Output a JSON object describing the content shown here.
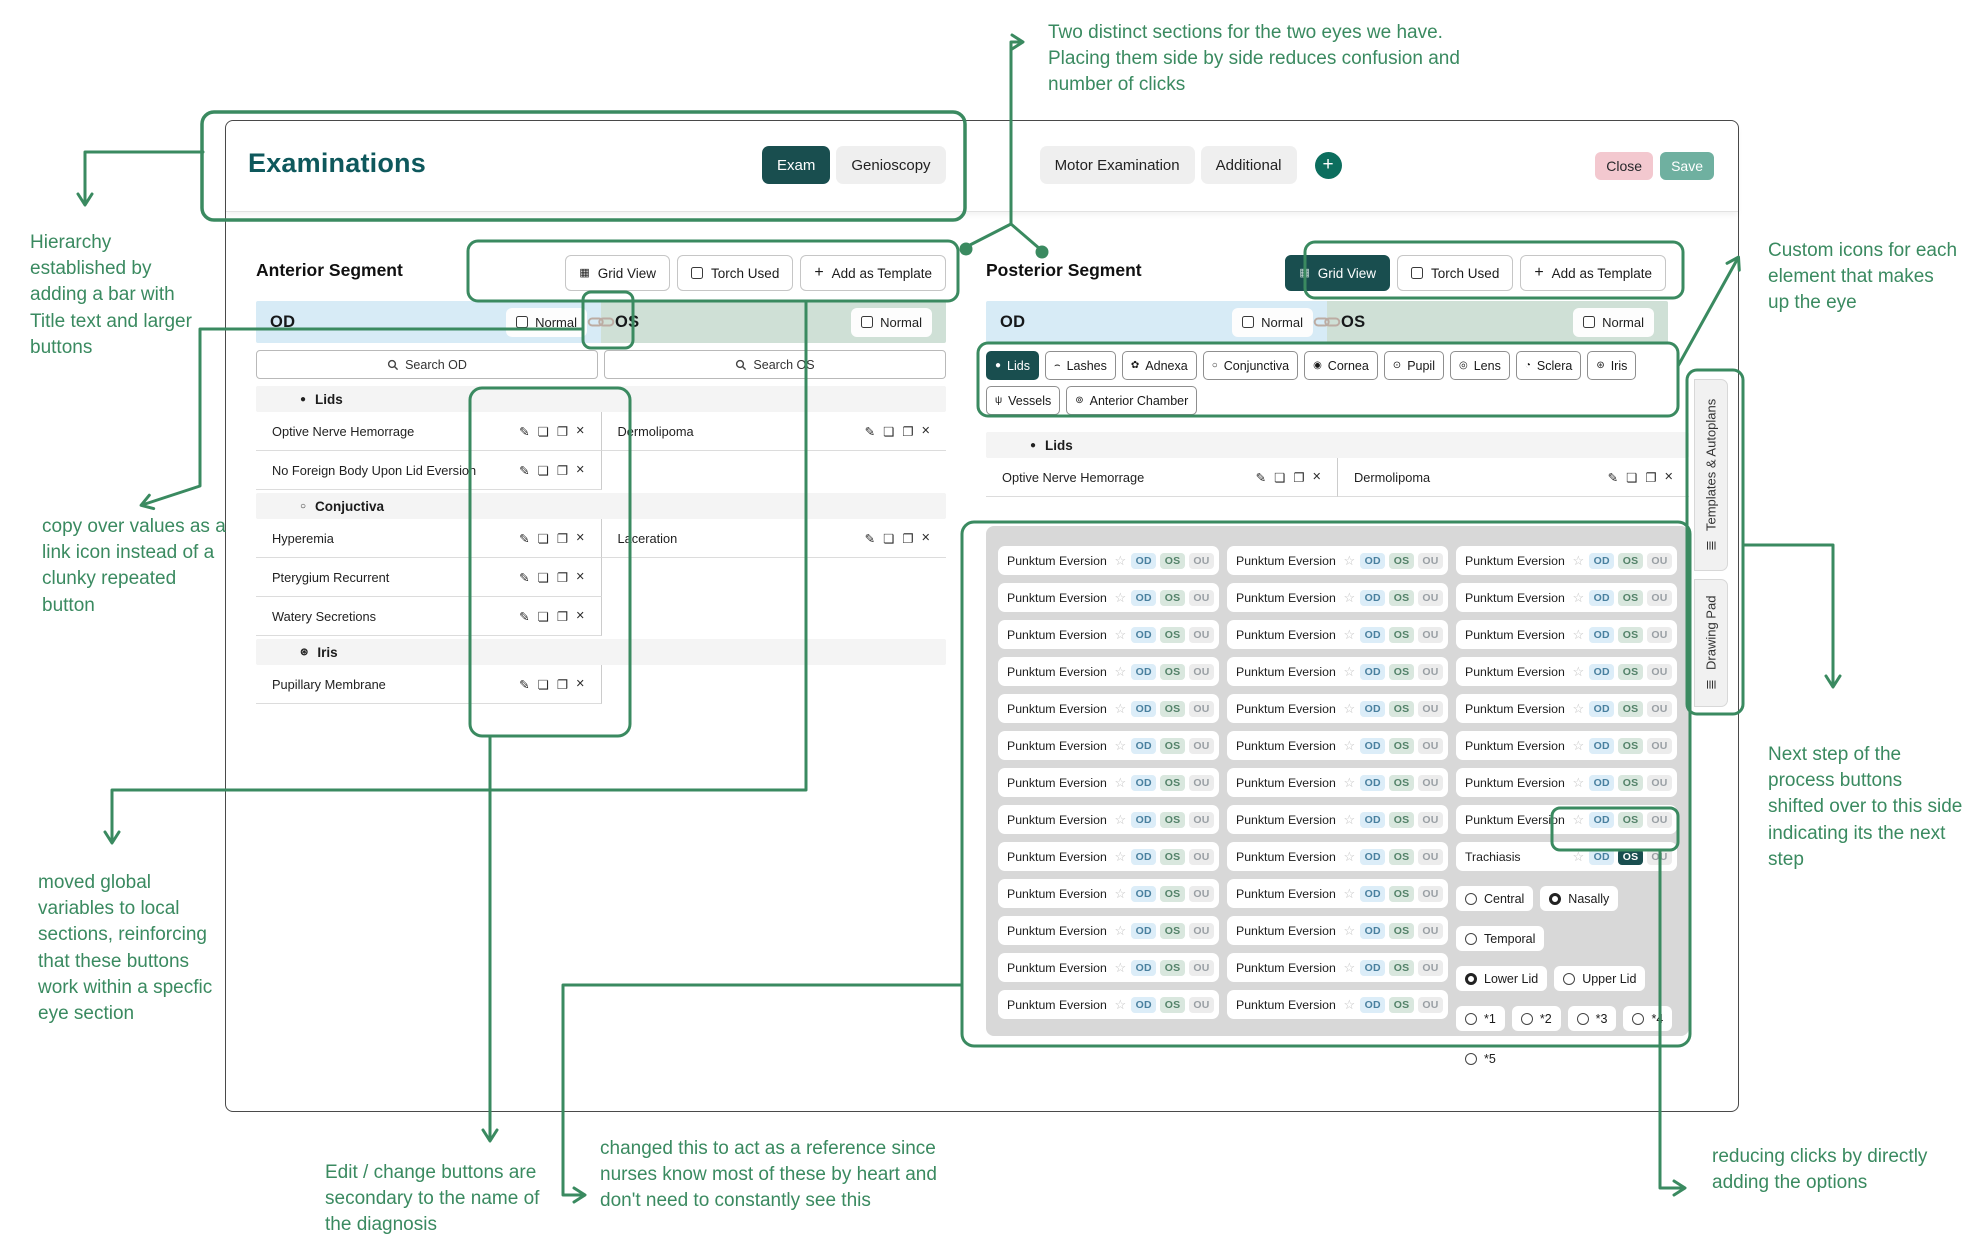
{
  "ui": {
    "header": {
      "title": "Examinations",
      "tabs": [
        "Exam",
        "Genioscopy",
        "Motor Examination",
        "Additional"
      ],
      "active_tab": "Exam",
      "add_tab_label": "+",
      "close_label": "Close",
      "save_label": "Save"
    },
    "shared": {
      "od_label": "OD",
      "os_label": "OS",
      "normal_label": "Normal",
      "actions": {
        "grid_view": "Grid View",
        "torch_used": "Torch Used",
        "add_template": "Add as Template"
      }
    },
    "anterior": {
      "title": "Anterior Segment",
      "search_od": "Search OD",
      "search_os": "Search OS",
      "groups": [
        {
          "name": "Lids",
          "icon": "lids-icon",
          "glyph": "●",
          "rows": [
            {
              "od": "Optive Nerve Hemorrage",
              "os": "Dermolipoma"
            },
            {
              "od": "No Foreign Body Upon Lid Eversion",
              "os": ""
            }
          ]
        },
        {
          "name": "Conjuctiva",
          "icon": "conjunctiva-icon",
          "glyph": "○",
          "rows": [
            {
              "od": "Hyperemia",
              "os": "Laceration"
            },
            {
              "od": "Pterygium Recurrent",
              "os": ""
            },
            {
              "od": "Watery Secretions",
              "os": ""
            }
          ]
        },
        {
          "name": "Iris",
          "icon": "iris-icon",
          "glyph": "⊛",
          "rows": [
            {
              "od": "Pupillary Membrane",
              "os": ""
            }
          ]
        }
      ]
    },
    "posterior": {
      "title": "Posterior Segment",
      "chips": [
        {
          "label": "Lids",
          "icon": "lids-icon",
          "glyph": "●",
          "active": true
        },
        {
          "label": "Lashes",
          "icon": "lashes-icon",
          "glyph": "⌢",
          "active": false
        },
        {
          "label": "Adnexa",
          "icon": "adnexa-icon",
          "glyph": "✿",
          "active": false
        },
        {
          "label": "Conjunctiva",
          "icon": "conjunctiva-icon",
          "glyph": "○",
          "active": false
        },
        {
          "label": "Cornea",
          "icon": "cornea-icon",
          "glyph": "◉",
          "active": false
        },
        {
          "label": "Pupil",
          "icon": "pupil-icon",
          "glyph": "⊙",
          "active": false
        },
        {
          "label": "Lens",
          "icon": "lens-icon",
          "glyph": "◎",
          "active": false
        },
        {
          "label": "Sclera",
          "icon": "sclera-icon",
          "glyph": "◔",
          "active": false
        },
        {
          "label": "Iris",
          "icon": "iris-icon",
          "glyph": "⊛",
          "active": false
        },
        {
          "label": "Vessels",
          "icon": "vessels-icon",
          "glyph": "ψ",
          "active": false
        },
        {
          "label": "Anterior Chamber",
          "icon": "anterior-chamber-icon",
          "glyph": "⊚",
          "active": false
        }
      ],
      "groups": [
        {
          "name": "Lids",
          "icon": "lids-icon",
          "glyph": "●",
          "rows": [
            {
              "od": "Optive Nerve Hemorrage",
              "os": "Dermolipoma"
            }
          ]
        }
      ],
      "grid": {
        "item_label": "Punktum Eversion",
        "tags": [
          "OD",
          "OS",
          "OU"
        ],
        "column_counts": [
          13,
          13,
          8
        ],
        "special_card": {
          "label": "Trachiasis",
          "selected_tag": "OS"
        },
        "option_rows": [
          [
            {
              "label": "Central",
              "selected": false
            },
            {
              "label": "Nasally",
              "selected": true
            }
          ],
          [
            {
              "label": "Temporal",
              "selected": false
            }
          ],
          [
            {
              "label": "Lower Lid",
              "selected": true
            },
            {
              "label": "Upper Lid",
              "selected": false
            }
          ],
          [
            {
              "label": "*1",
              "selected": false
            },
            {
              "label": "*2",
              "selected": false
            },
            {
              "label": "*3",
              "selected": false
            },
            {
              "label": "*4",
              "selected": false
            }
          ],
          [
            {
              "label": "*5",
              "selected": false
            }
          ]
        ]
      }
    },
    "sidebar_tabs": [
      {
        "label": "Templates & Autoplans",
        "icon": "list-icon"
      },
      {
        "label": "Drawing Pad",
        "icon": "list-icon"
      }
    ],
    "colors": {
      "accent_teal": "#194e4f",
      "od_blue": "#d7ebf6",
      "os_green": "#cfe0d6",
      "close_pink": "#f3c8cf",
      "save_green": "#6fb0a0"
    }
  },
  "annotations": {
    "color": "#3a8a60",
    "top_note": "Two distinct sections for the two eyes we have. Placing them side by side reduces confusion and number of clicks",
    "hierarchy_note": "Hierarchy established by adding a bar with Title text and larger buttons",
    "copy_link_note": "copy over values as a link icon instead of a clunky repeated button",
    "global_vars_note": "moved global variables to local sections, reinforcing that these buttons work within a specfic eye section",
    "edit_buttons_note": "Edit / change buttons are secondary to the name of the diagnosis",
    "reference_note": "changed this to act as a reference since nurses know most of these by heart and don't need to constantly see this",
    "custom_icons_note": "Custom icons for each element that makes up the eye",
    "next_step_note": "Next step of the process buttons shifted over to this side indicating its the next step",
    "reducing_clicks_note": "reducing clicks by directly adding the options"
  }
}
